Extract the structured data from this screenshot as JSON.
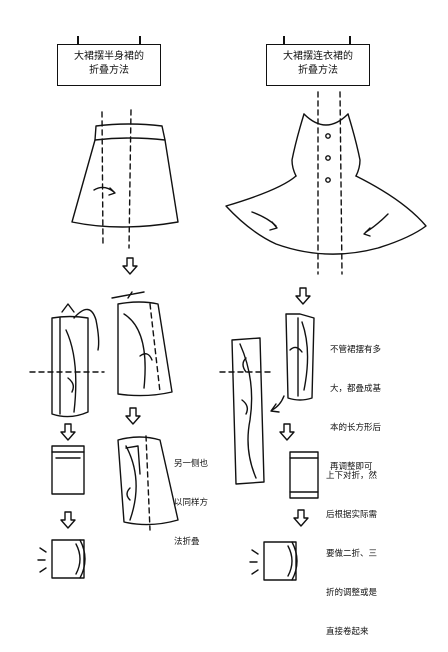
{
  "left_panel": {
    "title_line1": "大裙摆半身裙的",
    "title_line2": "折叠方法",
    "note_lines": [
      "另一侧也",
      "以同样方",
      "法折叠"
    ]
  },
  "right_panel": {
    "title_line1": "大裙摆连衣裙的",
    "title_line2": "折叠方法",
    "note1_lines": [
      "不管裙摆有多",
      "大，都叠成基",
      "本的长方形后",
      "再调整即可"
    ],
    "note2_lines": [
      "上下对折，然",
      "后根据实际需",
      "要做二折、三",
      "折的调整或是",
      "直接卷起来"
    ]
  },
  "style": {
    "ink": "#111111",
    "paper": "#ffffff"
  }
}
